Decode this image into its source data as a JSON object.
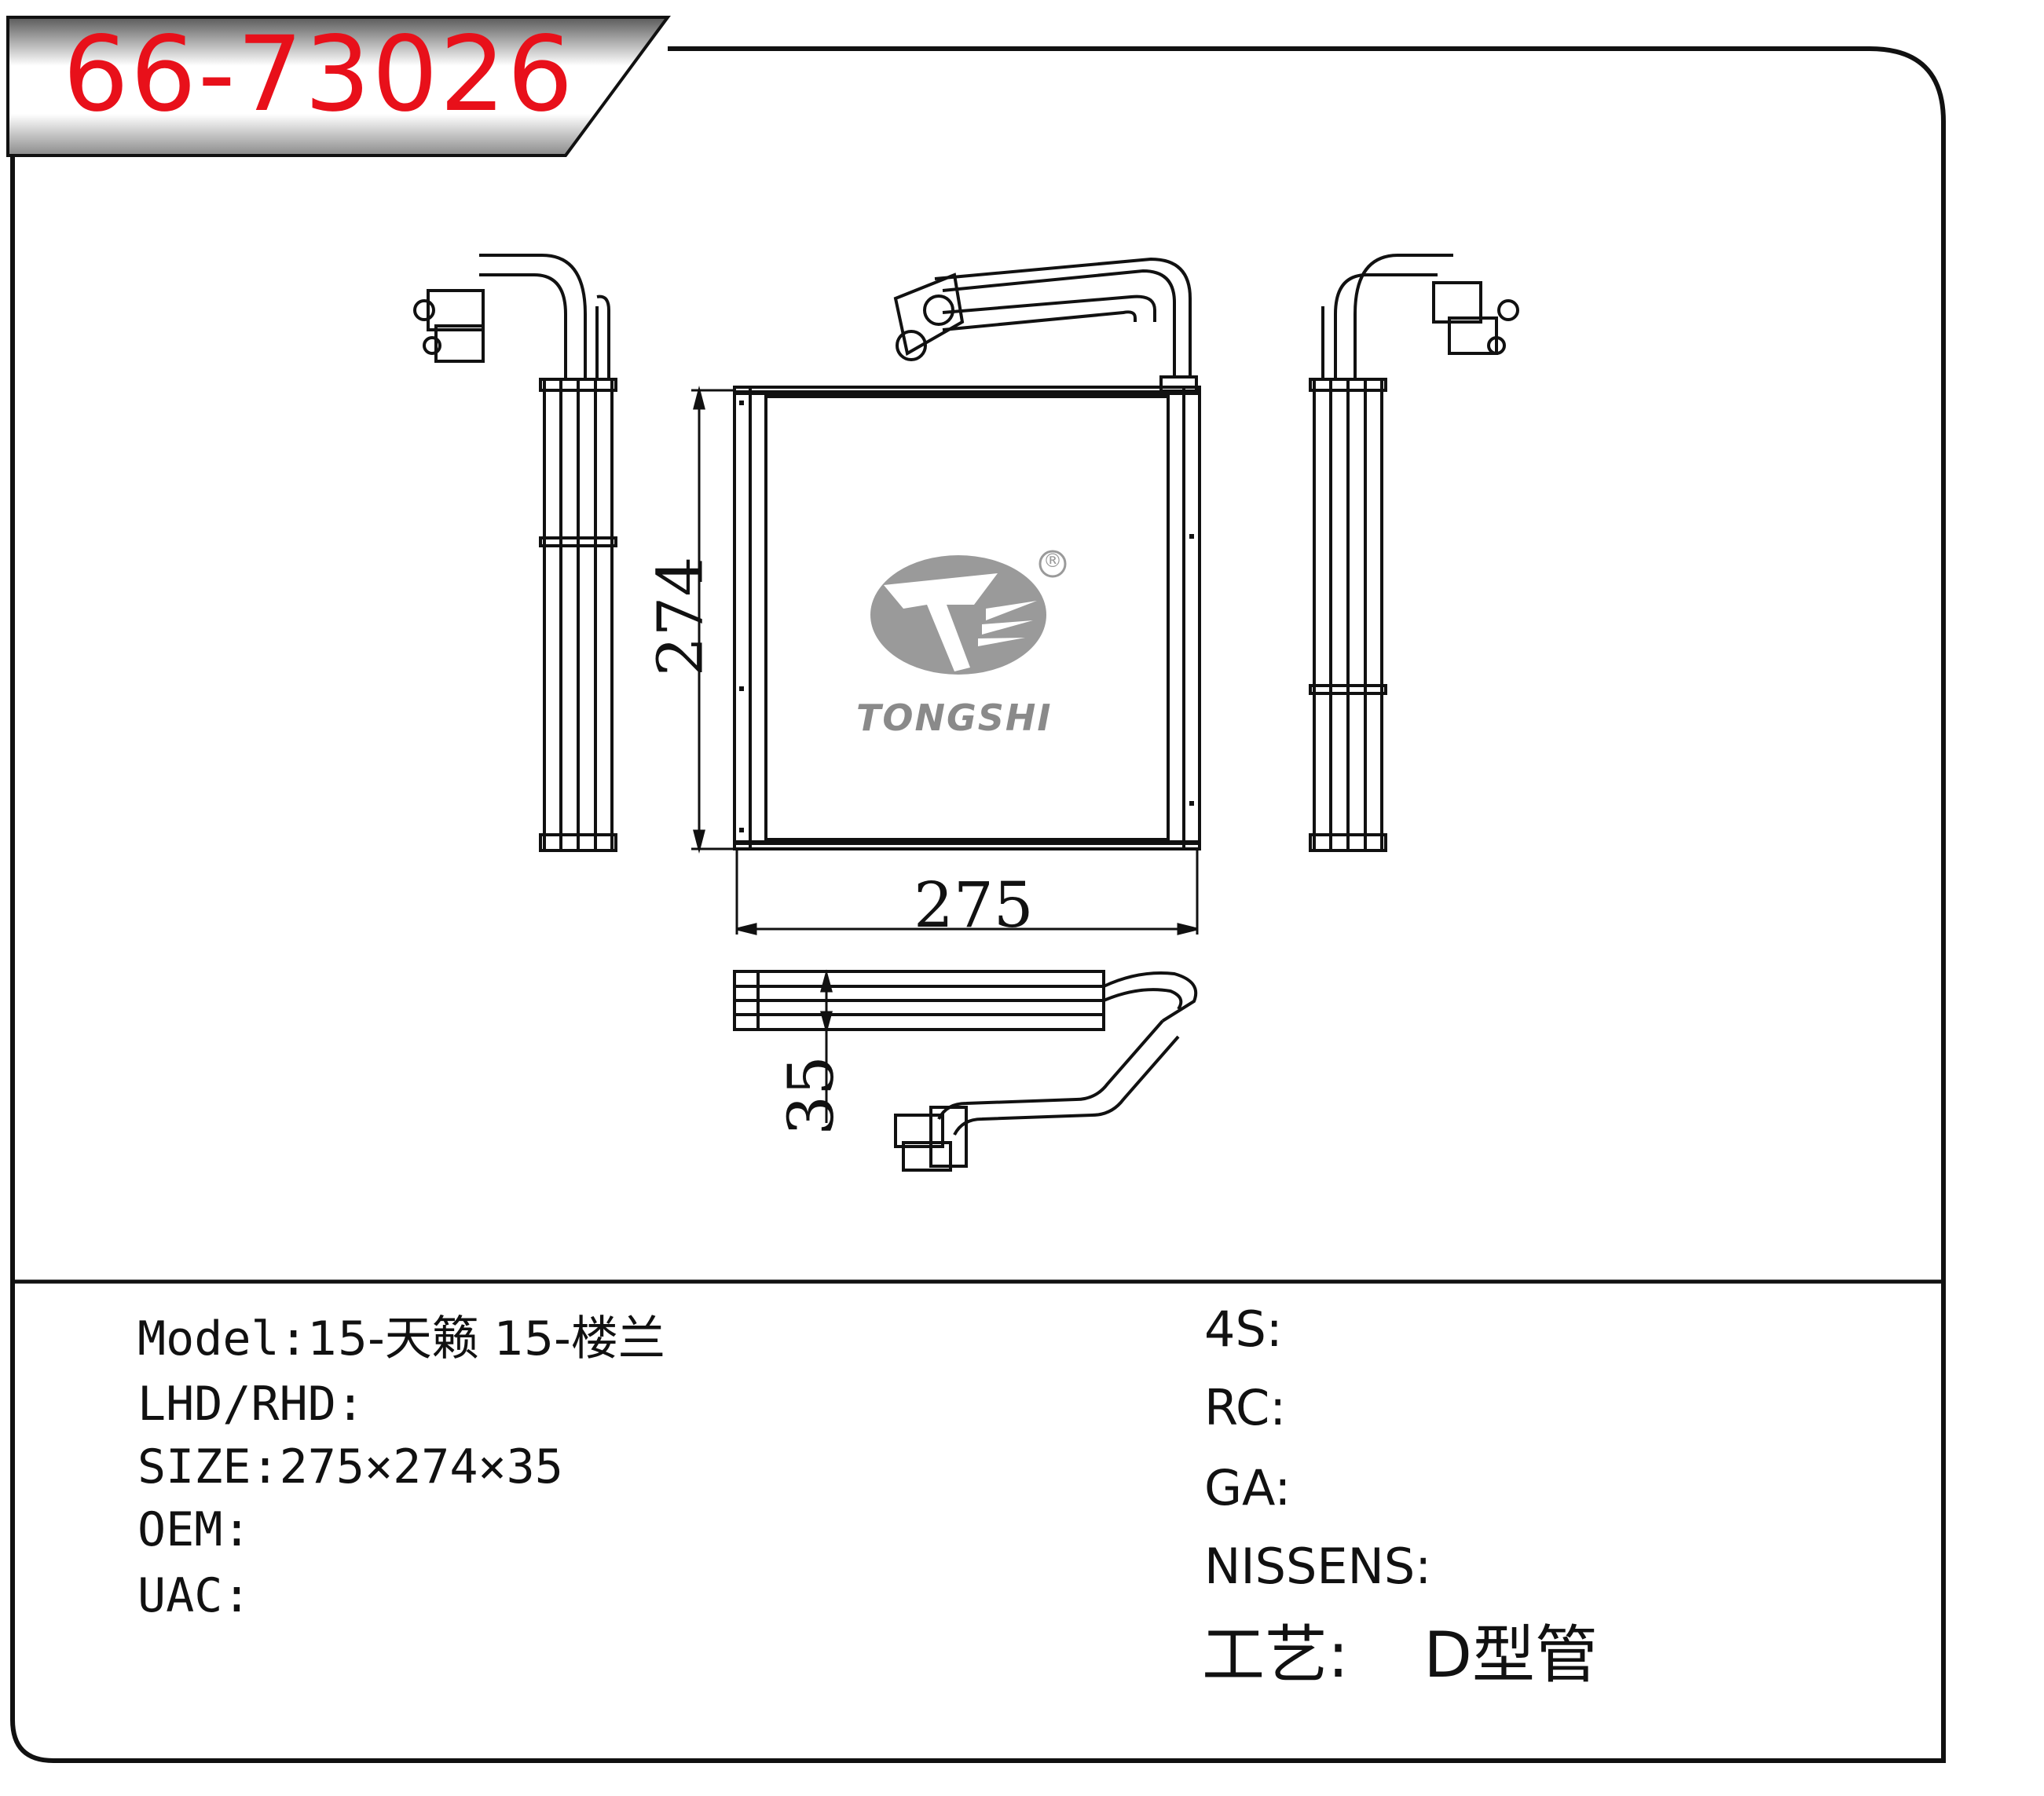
{
  "header": {
    "part_number": "66-73026"
  },
  "drawing": {
    "dim_height": "274",
    "dim_width": "275",
    "dim_depth": "35",
    "brand": "TONGSHI",
    "registered_mark": "®"
  },
  "specs_left": [
    {
      "label": "Model:",
      "value": "15-天籁  15-楼兰"
    },
    {
      "label": "LHD/RHD:",
      "value": ""
    },
    {
      "label": "SIZE:",
      "value": "275×274×35"
    },
    {
      "label": "OEM:",
      "value": ""
    },
    {
      "label": "UAC:",
      "value": ""
    }
  ],
  "specs_right": [
    {
      "label": "4S:",
      "value": ""
    },
    {
      "label": "RC:",
      "value": ""
    },
    {
      "label": "GA:",
      "value": ""
    },
    {
      "label": "NISSENS:",
      "value": ""
    }
  ],
  "process": {
    "label": "工艺:",
    "value": "D型管"
  },
  "colors": {
    "part_number": "#e8101a",
    "line": "#111111",
    "logo": "#9a9a9a"
  }
}
